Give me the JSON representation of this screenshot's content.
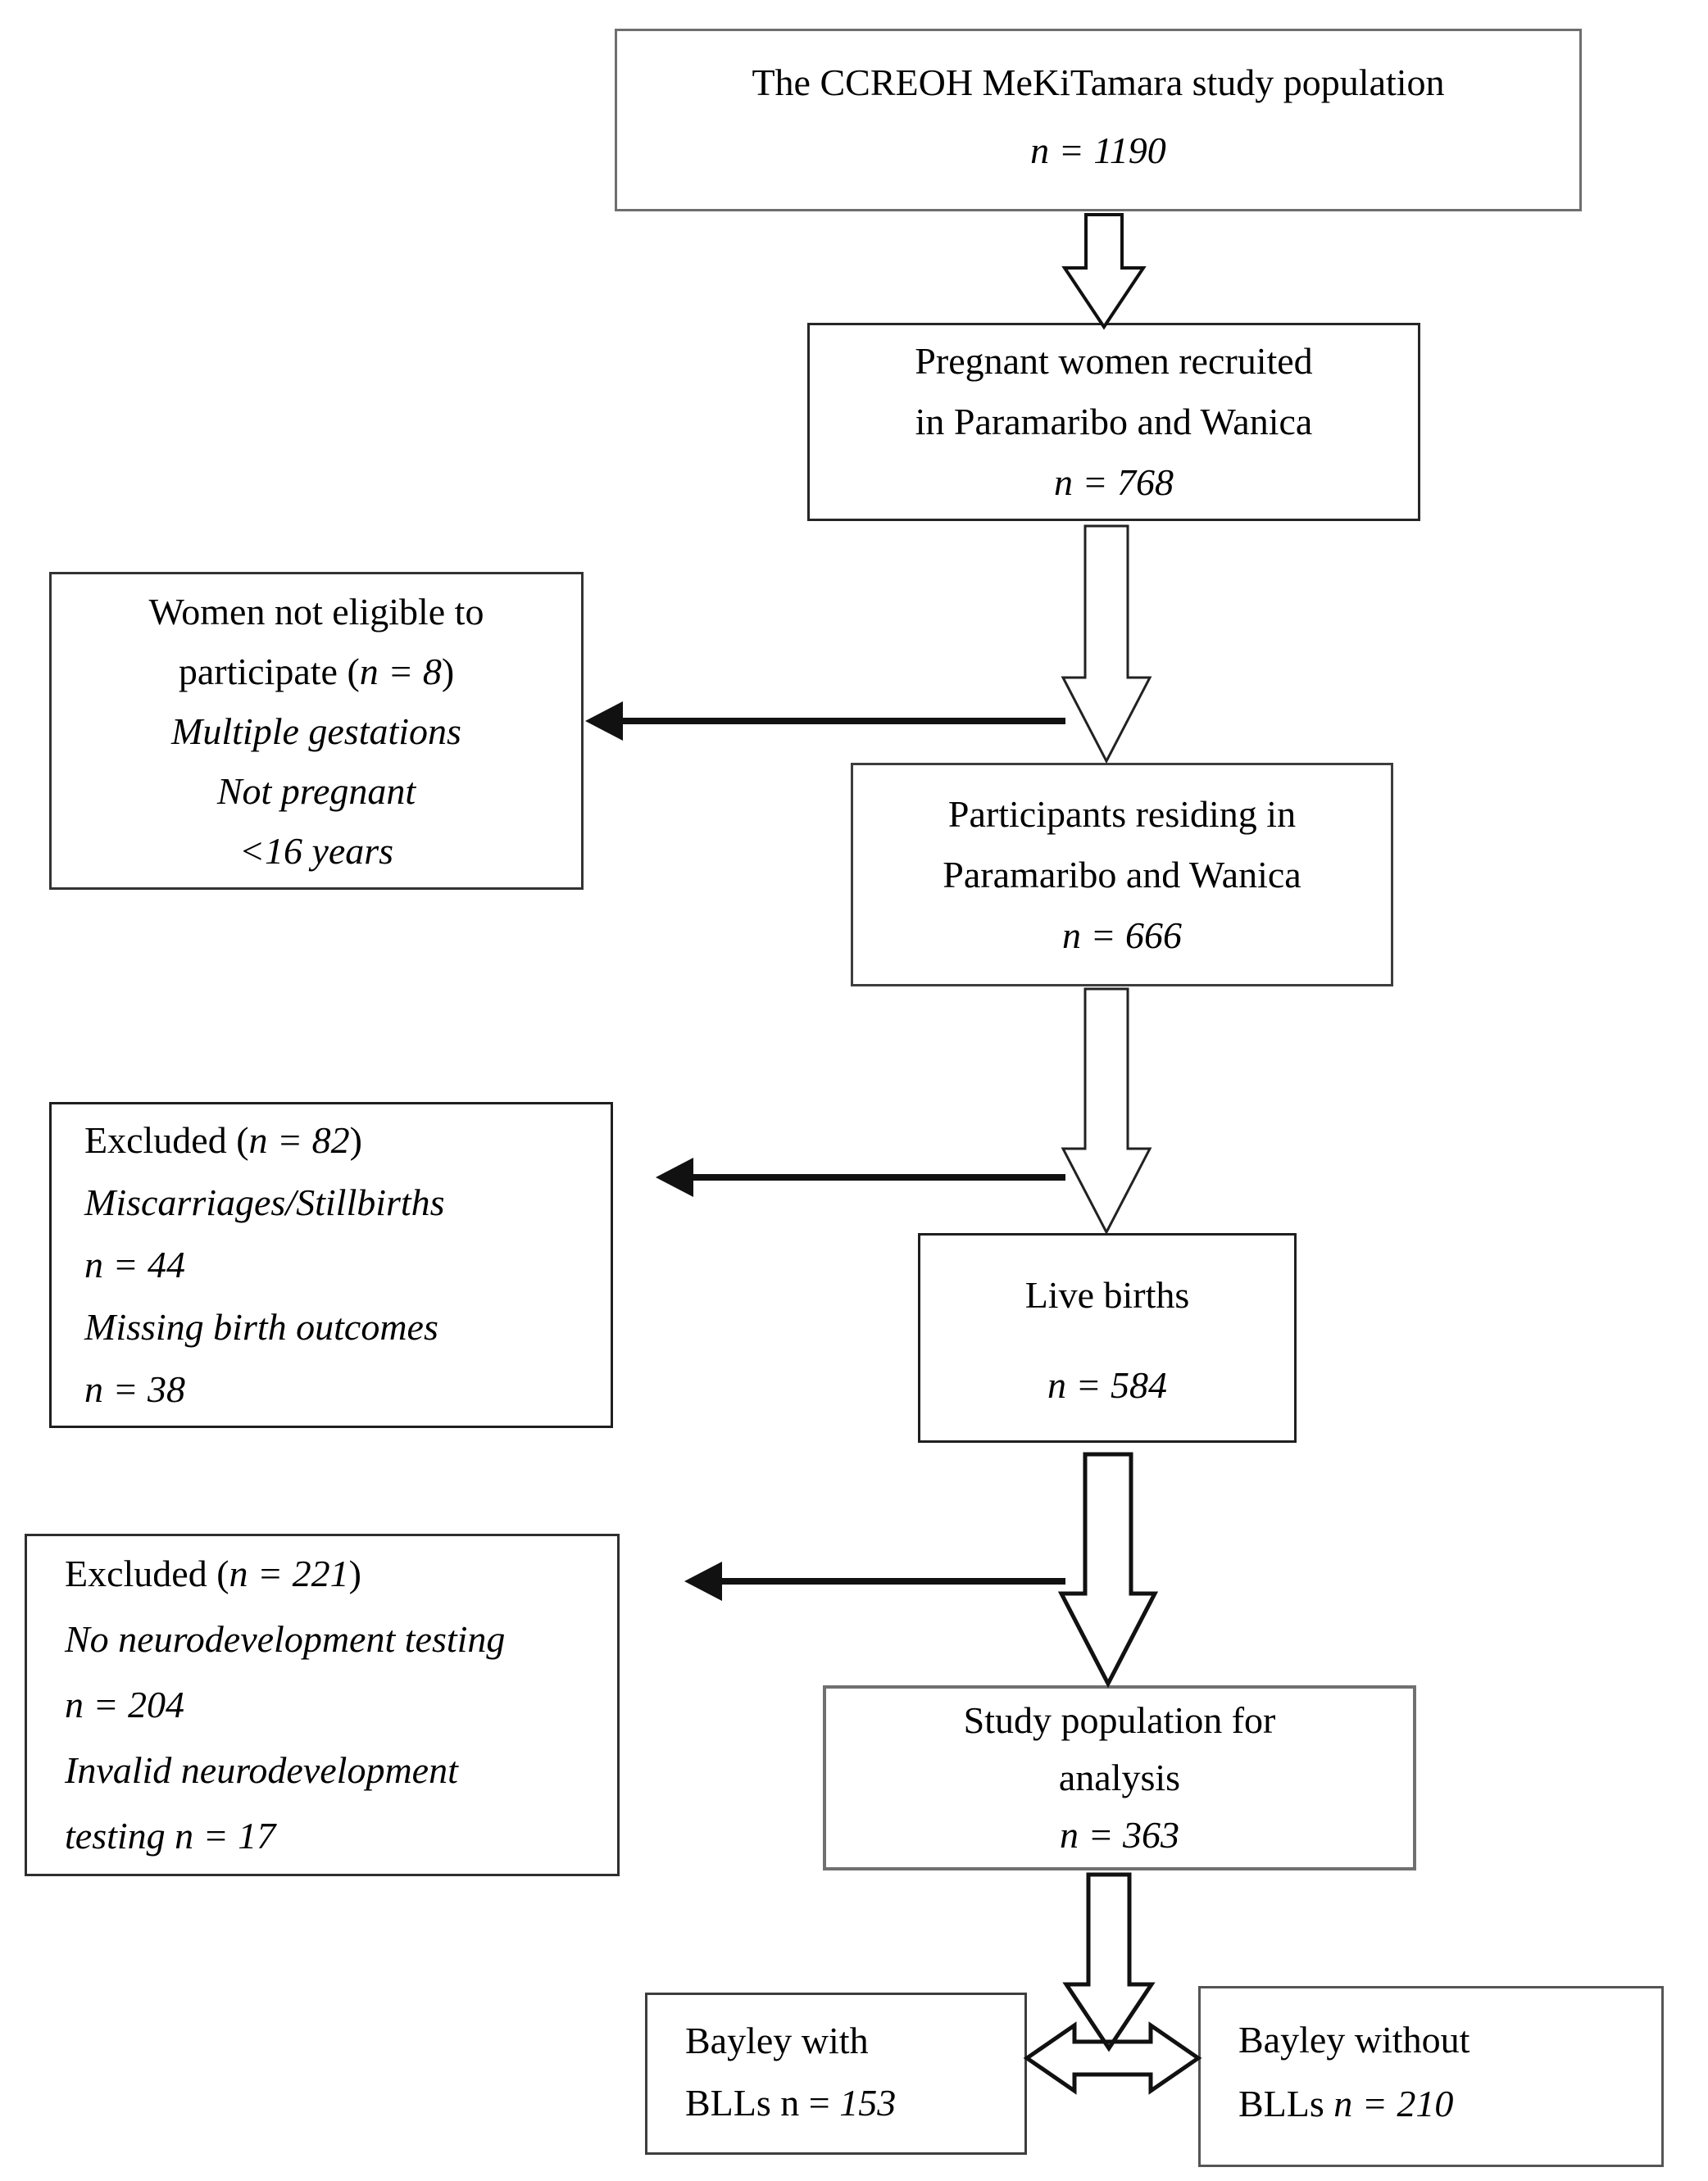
{
  "figure": {
    "background_color": "#ffffff",
    "ink_color": "#000000",
    "description": "Study participant flow diagram"
  },
  "boxes": {
    "population": {
      "title": "The CCREOH MeKiTamara study population",
      "stat": "n = 1190"
    },
    "recruited": {
      "line1": "Pregnant women recruited",
      "line2": "in Paramaribo and Wanica",
      "stat": "n = 768"
    },
    "not_eligible": {
      "line1": "Women not eligible to",
      "line2_pre": "participate (",
      "line2_stat": "n = 8",
      "line2_post": ")",
      "reasons": [
        "Multiple gestations",
        "Not pregnant",
        "<16 years"
      ]
    },
    "residing": {
      "line1": "Participants residing in",
      "line2": "Paramaribo and Wanica",
      "stat": "n = 666"
    },
    "excluded_birth": {
      "title_pre": "Excluded (",
      "title_stat": "n = 82",
      "title_post": ")",
      "lines": [
        "Miscarriages/Stillbirths",
        "n = 44",
        "Missing birth outcomes",
        "n = 38"
      ]
    },
    "live_births": {
      "title": "Live births",
      "stat": "n = 584"
    },
    "excluded_neuro": {
      "title_pre": "Excluded (",
      "title_stat": "n = 221",
      "title_post": ")",
      "lines": [
        "No neurodevelopment testing",
        "n = 204",
        "Invalid neurodevelopment",
        "testing n = 17"
      ]
    },
    "study_population": {
      "line1": "Study population for",
      "line2": "analysis",
      "stat": "n = 363"
    },
    "bayley_with": {
      "line1": "Bayley with",
      "line2_pre": "BLLs n = ",
      "line2_stat": "153"
    },
    "bayley_without": {
      "line1": "Bayley without",
      "line2_pre": "BLLs ",
      "line2_stat": "n = 210"
    }
  }
}
